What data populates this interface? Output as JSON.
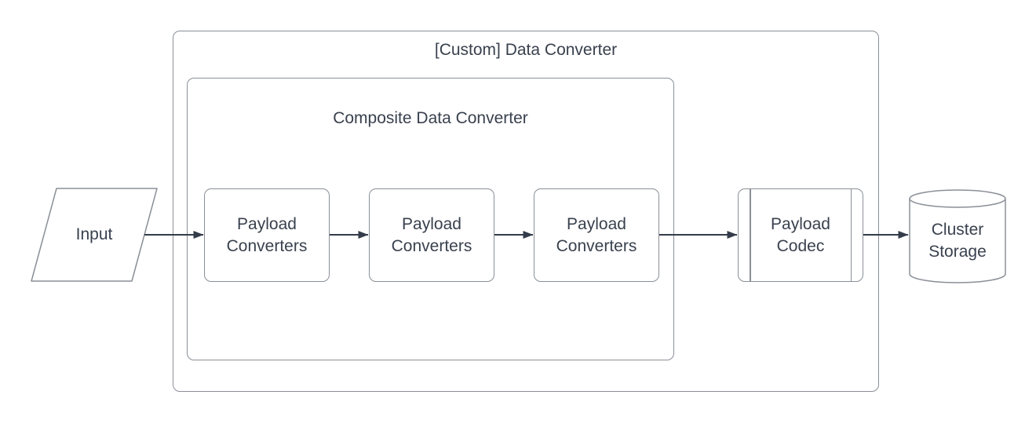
{
  "diagram": {
    "type": "flowchart",
    "outer_container": {
      "title": "[Custom] Data Converter"
    },
    "inner_container": {
      "title": "Composite Data Converter"
    },
    "input": {
      "label": "Input",
      "shape": "parallelogram"
    },
    "converters": [
      {
        "label": "Payload Converters",
        "shape": "rounded-rectangle"
      },
      {
        "label": "Payload Converters",
        "shape": "rounded-rectangle"
      },
      {
        "label": "Payload Converters",
        "shape": "rounded-rectangle"
      }
    ],
    "codec": {
      "label": "Payload Codec",
      "shape": "predefined-process"
    },
    "storage": {
      "label": "Cluster Storage",
      "shape": "cylinder"
    },
    "connections": [
      {
        "from": "Input",
        "to": "Payload Converters (1)"
      },
      {
        "from": "Payload Converters (1)",
        "to": "Payload Converters (2)"
      },
      {
        "from": "Payload Converters (2)",
        "to": "Payload Converters (3)"
      },
      {
        "from": "Payload Converters (3)",
        "to": "Payload Codec"
      },
      {
        "from": "Payload Codec",
        "to": "Cluster Storage"
      }
    ],
    "colors": {
      "background": "#ffffff",
      "shape_stroke": "#8a8f97",
      "arrow": "#343c4a",
      "text": "#39414e"
    }
  }
}
